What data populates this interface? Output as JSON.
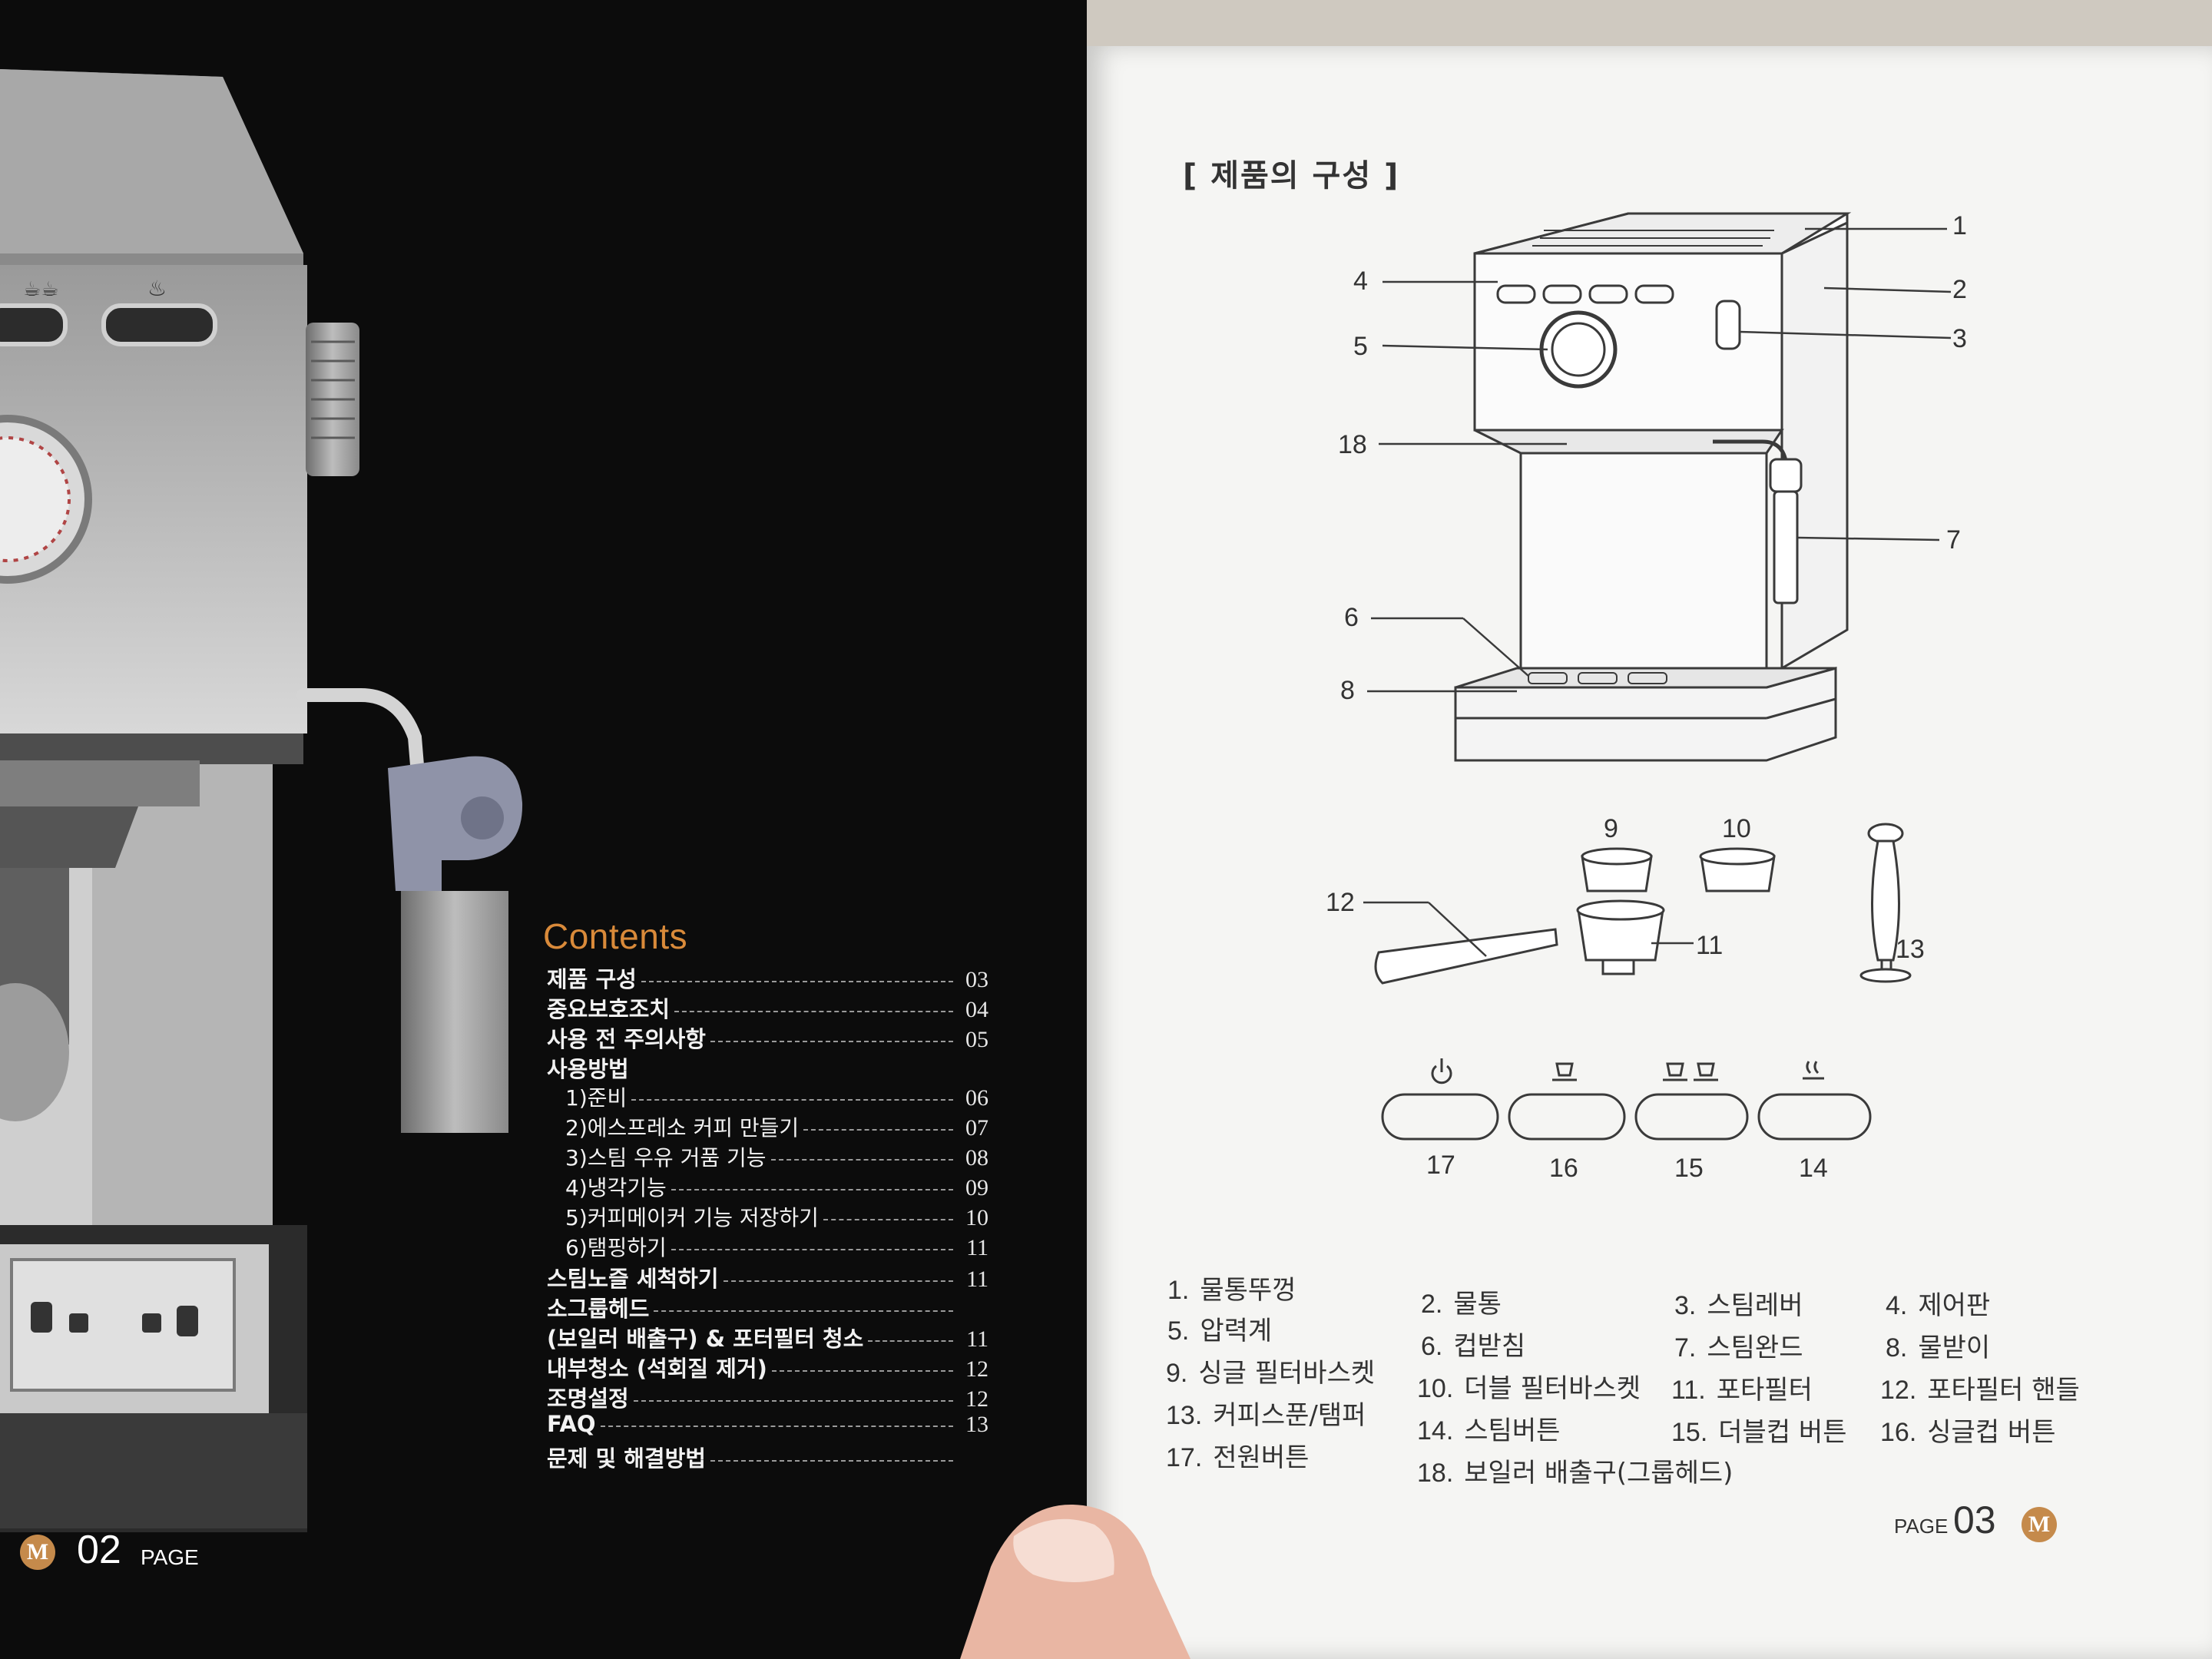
{
  "left": {
    "contents_title": "Contents",
    "toc": [
      {
        "label": "제품 구성",
        "page": "03",
        "style": "bold"
      },
      {
        "label": "중요보호조치",
        "page": "04",
        "style": "bold"
      },
      {
        "label": "사용 전 주의사항",
        "page": "05",
        "style": "bold"
      },
      {
        "label": "사용방법",
        "page": "",
        "style": "bold"
      },
      {
        "label": "1)준비",
        "page": "06",
        "style": "sub"
      },
      {
        "label": "2)에스프레소 커피 만들기",
        "page": "07",
        "style": "sub"
      },
      {
        "label": "3)스팀 우유 거품 기능",
        "page": "08",
        "style": "sub"
      },
      {
        "label": "4)냉각기능",
        "page": "09",
        "style": "sub"
      },
      {
        "label": "5)커피메이커 기능 저장하기",
        "page": "10",
        "style": "sub"
      },
      {
        "label": "6)탬핑하기",
        "page": "11",
        "style": "sub"
      },
      {
        "label": "스팀노즐 세척하기",
        "page": "11",
        "style": "bold"
      },
      {
        "label": "소그룹헤드",
        "page": "",
        "style": "bold"
      },
      {
        "label": "(보일러 배출구) & 포터필터 청소",
        "page": "11",
        "style": "bold"
      },
      {
        "label": "내부청소 (석회질 제거)",
        "page": "12",
        "style": "bold"
      },
      {
        "label": "조명설정",
        "page": "12",
        "style": "bold"
      },
      {
        "label": "FAQ",
        "page": "13",
        "style": "bold"
      },
      {
        "label": "문제 및 해결방법",
        "page": "",
        "style": "bold"
      }
    ],
    "page_number": "02",
    "page_word": "PAGE",
    "logo": "M"
  },
  "right": {
    "section_title": "[ 제품의 구성 ]",
    "callouts": [
      "1",
      "2",
      "3",
      "4",
      "5",
      "18",
      "7",
      "6",
      "8",
      "9",
      "10",
      "12",
      "11",
      "13"
    ],
    "buttons": [
      {
        "number": "17",
        "icon": "power-icon"
      },
      {
        "number": "16",
        "icon": "single-cup-icon"
      },
      {
        "number": "15",
        "icon": "double-cup-icon"
      },
      {
        "number": "14",
        "icon": "steam-icon"
      }
    ],
    "parts": [
      {
        "n": "1.",
        "name": "물통뚜껑"
      },
      {
        "n": "2.",
        "name": "물통"
      },
      {
        "n": "3.",
        "name": "스팀레버"
      },
      {
        "n": "4.",
        "name": "제어판"
      },
      {
        "n": "5.",
        "name": "압력계"
      },
      {
        "n": "6.",
        "name": "컵받침"
      },
      {
        "n": "7.",
        "name": "스팀완드"
      },
      {
        "n": "8.",
        "name": "물받이"
      },
      {
        "n": "9.",
        "name": "싱글 필터바스켓"
      },
      {
        "n": "10.",
        "name": "더블 필터바스켓"
      },
      {
        "n": "11.",
        "name": "포타필터"
      },
      {
        "n": "12.",
        "name": "포타필터 핸들"
      },
      {
        "n": "13.",
        "name": "커피스푼/탬퍼"
      },
      {
        "n": "14.",
        "name": "스팀버튼"
      },
      {
        "n": "15.",
        "name": "더블컵 버튼"
      },
      {
        "n": "16.",
        "name": "싱글컵 버튼"
      },
      {
        "n": "17.",
        "name": "전원버튼"
      },
      {
        "n": "18.",
        "name": "보일러 배출구(그룹헤드)"
      }
    ],
    "page_word": "PAGE",
    "page_number": "03",
    "logo": "M"
  }
}
